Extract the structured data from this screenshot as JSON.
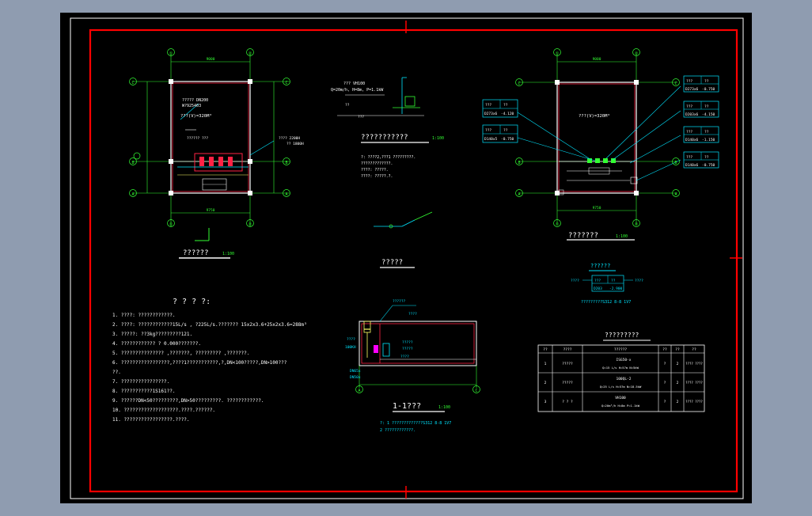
{
  "plan_left": {
    "title": "??????",
    "scale": "1:100",
    "grid": [
      "①",
      "②",
      "Ⓒ",
      "Ⓑ",
      "Ⓐ"
    ],
    "dim_top": "9000",
    "dim_bottom": "9750",
    "callout1": "?????  DN200",
    "callout2": "W?925403",
    "capacity": "???(V)=320M³",
    "callout3": "?????? ???",
    "note1": "???? 2200H",
    "note2": "?? 1800H"
  },
  "pump_detail": {
    "top_label": "??? VH100",
    "flow_label": "Q=20m/h, H=8m, P=1.1kW",
    "side_label": "??",
    "side_label2": "???",
    "title": "???????????",
    "scale": "1:100",
    "notes": [
      "?: ????2,???1 ?????????.",
      "   ?????????????.",
      "   ????:  ?????.",
      "   ????:  ?????.?."
    ]
  },
  "axon": {
    "title": "?????"
  },
  "plan_right": {
    "title": "???????",
    "scale": "1:100",
    "capacity": "???(V)=320M³",
    "dim_top": "9000",
    "dim_bottom": "9750",
    "tags_left": [
      {
        "a": "???",
        "b": "??",
        "c": "D273x6",
        "d": "-4.120"
      },
      {
        "a": "???",
        "b": "??",
        "c": "D140x5",
        "d": "-0.750"
      }
    ],
    "tags_right": [
      {
        "a": "???",
        "b": "??",
        "c": "D273x6",
        "d": "-0.750"
      },
      {
        "a": "???",
        "b": "??",
        "c": "D203x6",
        "d": "-4.150"
      },
      {
        "a": "???",
        "b": "??",
        "c": "D140x6",
        "d": "-1.150"
      },
      {
        "a": "???",
        "b": "??",
        "c": "D140x6",
        "d": "-0.750"
      }
    ]
  },
  "legend": {
    "title": "??????",
    "row_a": "????",
    "row_b": "???",
    "row_c": "??",
    "row_d": "D203",
    "row_e": "-2.900",
    "row_f": "????",
    "note": "?????????S312 8-8  1V7"
  },
  "notes": {
    "heading": "? ? ? ?:",
    "lines": [
      "1. ????: ????????????.",
      "2. ????: ????????????15L/s , ?225L/s.??????? 15x2x3.6+25x2x3.6=288m³",
      "3. ?????: ??3kg?????????121.",
      "4. ???????????? ? 0.000???????.",
      "5. ??????????????? ,???????, ????????? ,???????.",
      "6. ?????????????????,????1???????????,?,DN<100?????,DN>100???",
      "   ??.",
      "7. ????????????????.",
      "8. ???????????1S161??.",
      "9. ??????DN<50?????????,DN>50?????????.      ????????????.",
      "10. ???????????????????.????.??????.",
      "11. ?????????????????.????."
    ]
  },
  "section": {
    "title": "1-1???",
    "scale": "1:100",
    "label_top": "??????",
    "label1": "????",
    "label2": "?????",
    "label3": "?????",
    "label4": "????",
    "label5": "????",
    "label6": "100KH",
    "label7": "DN65x",
    "label8": "DN50x",
    "notes": [
      "?: 1  ?????????????S312 8-8  1V7",
      "    2  ????????????."
    ]
  },
  "table": {
    "title": "?????????",
    "headers": [
      "??",
      "????",
      "??????",
      "??",
      "??",
      "??"
    ],
    "rows": [
      [
        "1",
        "?????",
        "ISG50-x",
        "Q=15 L/s  H=57m  N=5kW",
        "?",
        "2",
        "????\n????"
      ],
      [
        "2",
        "?????",
        "100QL-2",
        "Q=25 L/s  H=57m  N=18.5kW",
        "?",
        "2",
        "????\n????"
      ],
      [
        "3",
        "? ? ?",
        "VH100",
        "Q=20m³/h H=8m P=1.1kW",
        "?",
        "2",
        "????\n????"
      ]
    ]
  },
  "colors": {
    "frame": "#ff0000",
    "wall": "#ff2244",
    "dim": "#33ff33",
    "leader": "#00e5ff",
    "text": "#ffffff",
    "yellow": "#ffff66"
  }
}
